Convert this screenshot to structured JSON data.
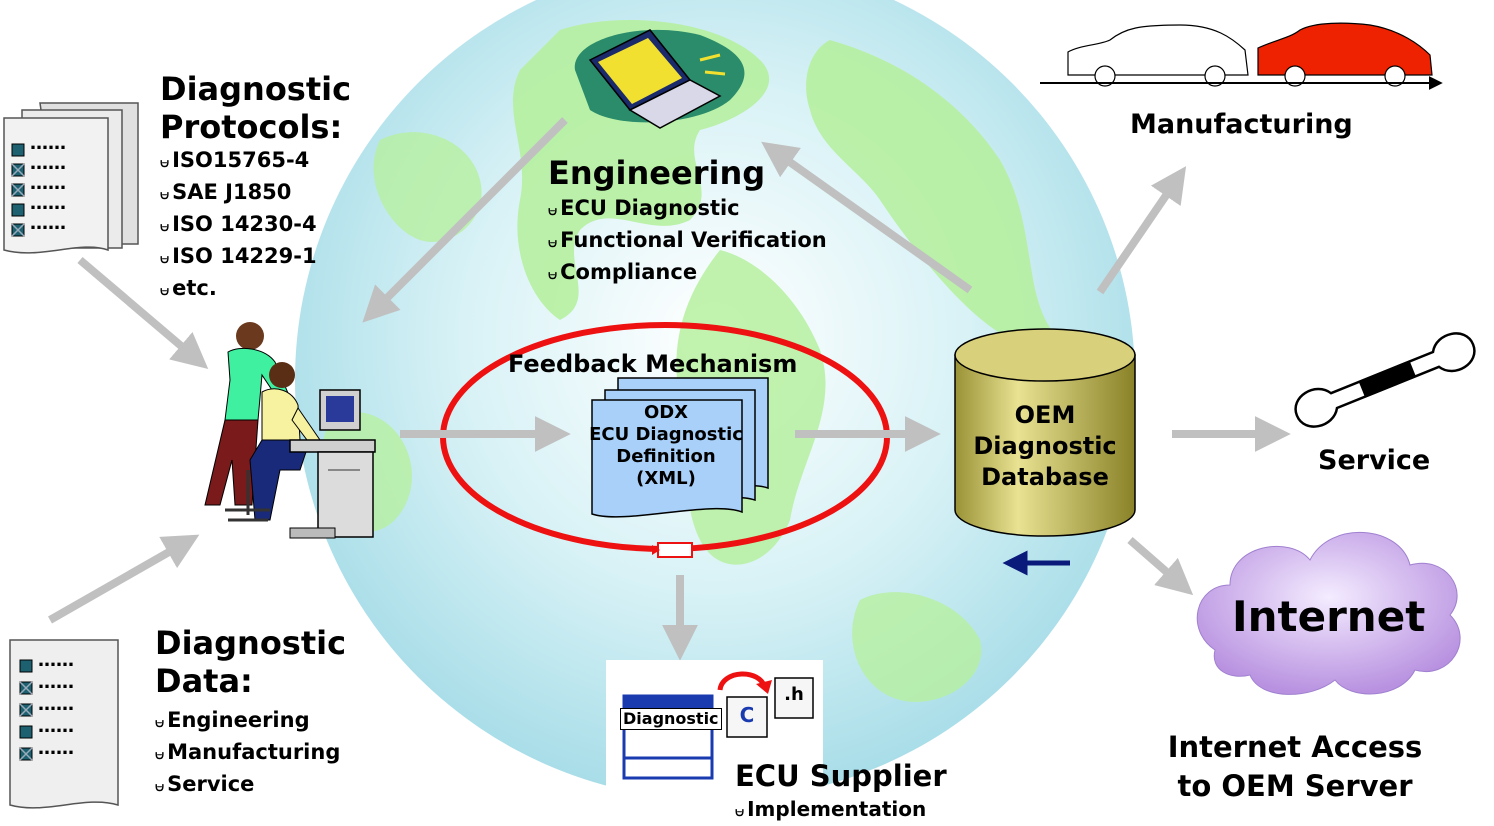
{
  "protocols": {
    "title_line1": "Diagnostic",
    "title_line2": "Protocols:",
    "items": [
      "ISO15765-4",
      "SAE J1850",
      "ISO 14230-4",
      "ISO 14229-1",
      "etc."
    ]
  },
  "data_block": {
    "title_line1": "Diagnostic",
    "title_line2": "Data:",
    "items": [
      "Engineering",
      "Manufacturing",
      "Service"
    ]
  },
  "doc_dots": "……",
  "engineering": {
    "title": "Engineering",
    "items": [
      "ECU Diagnostic",
      "Functional Verification",
      "Compliance"
    ]
  },
  "feedback": {
    "title": "Feedback Mechanism",
    "doc_line1": "ODX",
    "doc_line2": "ECU Diagnostic",
    "doc_line3": "Definition",
    "doc_line4": "(XML)"
  },
  "database": {
    "line1": "OEM",
    "line2": "Diagnostic",
    "line3": "Database"
  },
  "manufacturing": {
    "label": "Manufacturing"
  },
  "service": {
    "label": "Service"
  },
  "internet": {
    "cloud_label": "Internet",
    "caption_line1": "Internet Access",
    "caption_line2": "to OEM Server"
  },
  "supplier": {
    "window_label": "Diagnostic",
    "c_label": "C",
    "h_label": ".h",
    "title": "ECU Supplier",
    "item": "Implementation"
  },
  "colors": {
    "arrow": "#c0c0c0",
    "globe_ocean": "#b9e6ef",
    "globe_land": "#b8f0a0",
    "red_ellipse": "#ee1111",
    "database": "#c8c060",
    "doc_blue": "#a8d0f8",
    "cloud": "#c9a7e8",
    "car_red": "#ee2200",
    "back_arrow": "#0a1a7a"
  }
}
